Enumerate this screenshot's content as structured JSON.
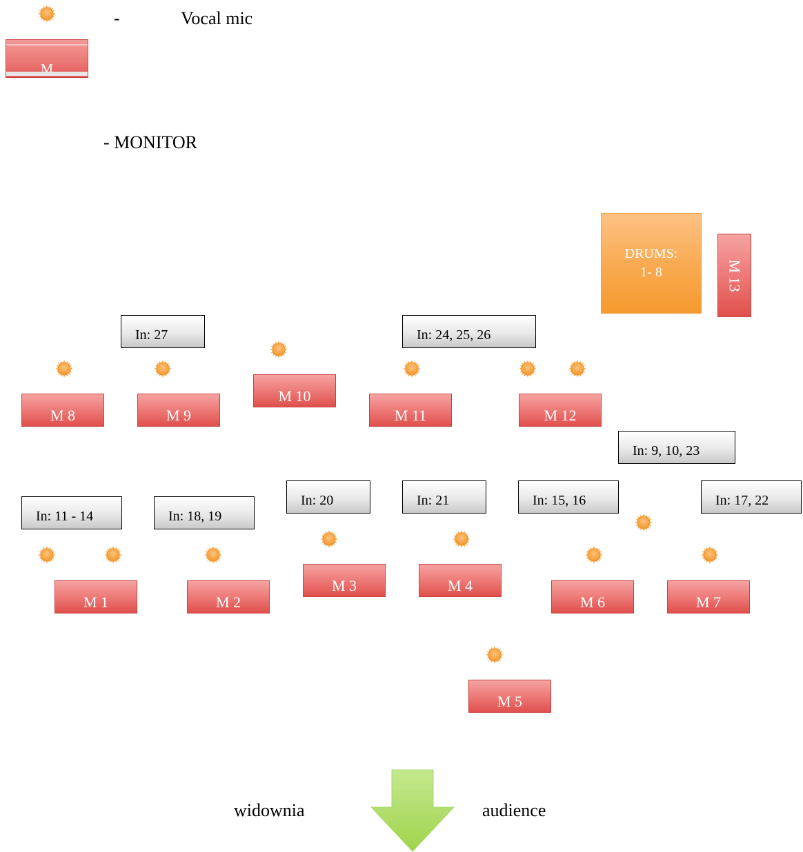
{
  "legend": {
    "mic_dash": "-",
    "mic_label": "Vocal mic",
    "monitor_icon_label": "M",
    "monitor_label": "- MONITOR"
  },
  "drums": {
    "line1": "DRUMS:",
    "line2": "1- 8"
  },
  "monitors": {
    "m1": "M 1",
    "m2": "M 2",
    "m3": "M 3",
    "m4": "M 4",
    "m5": "M 5",
    "m6": "M 6",
    "m7": "M 7",
    "m8": "M 8",
    "m9": "M 9",
    "m10": "M 10",
    "m11": "M 11",
    "m12": "M 12",
    "m13": "M 13"
  },
  "inputs": {
    "in27": "In: 27",
    "in24_25_26": "In: 24, 25, 26",
    "in9_10_23": "In: 9, 10, 23",
    "in11_14": "In: 11 - 14",
    "in18_19": "In: 18, 19",
    "in20": "In: 20",
    "in21": "In: 21",
    "in15_16": "In: 15, 16",
    "in17_22": "In: 17, 22"
  },
  "footer": {
    "left": "widownia",
    "right": "audience"
  },
  "colors": {
    "monitor": "#ec7775",
    "monitor_border": "#c9413f",
    "drums": "#f9a94f",
    "mic": "#f5a33a",
    "arrow": "#a3d957"
  }
}
